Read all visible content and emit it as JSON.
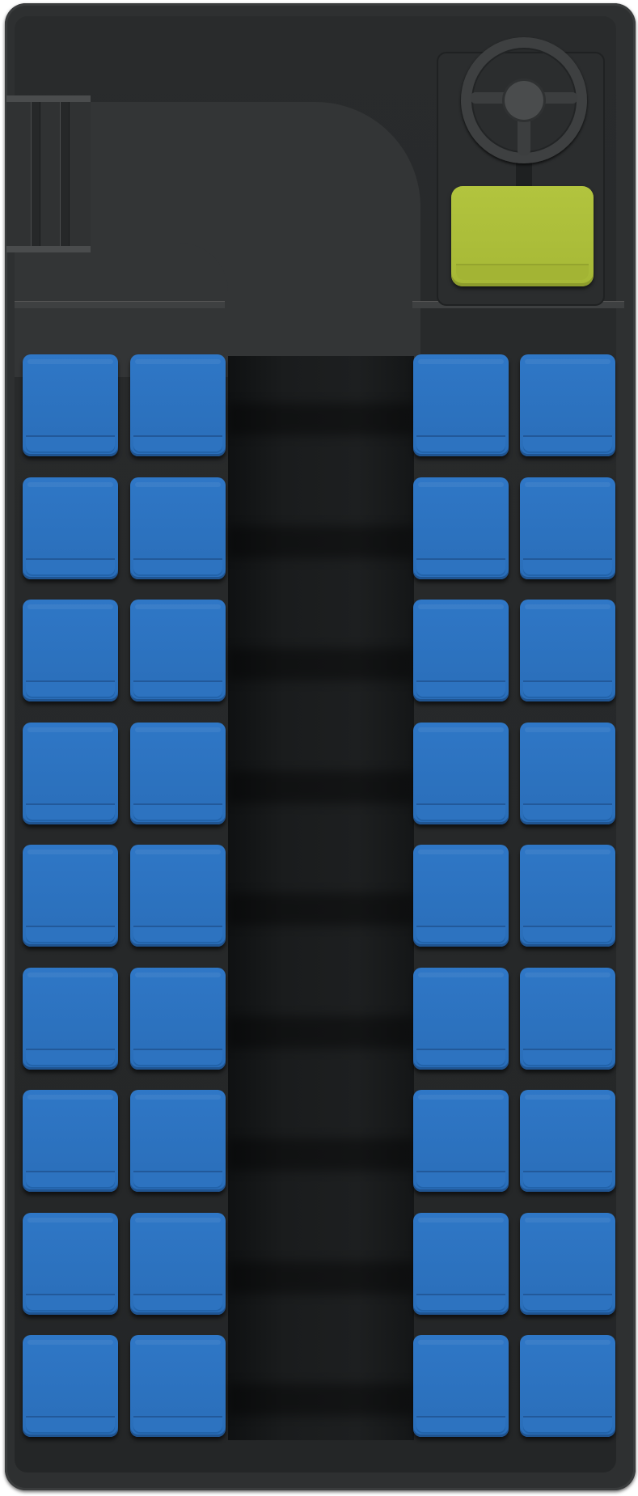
{
  "layout": {
    "name": "bus-seat-map",
    "rows": 9,
    "columns": [
      "A",
      "B",
      "C",
      "D"
    ],
    "aisle_after_column": "B"
  },
  "colors": {
    "bus_body": "#2e3031",
    "floor": "#242627",
    "aisle": "#1a1c1d",
    "seat_available": "#2f77c6",
    "driver_seat": "#b2c43e"
  },
  "icons": {
    "steering_wheel": "steering-wheel-icon",
    "door": "door-icon"
  },
  "seats": [
    {
      "row": 1,
      "col": "A",
      "status": "available"
    },
    {
      "row": 1,
      "col": "B",
      "status": "available"
    },
    {
      "row": 1,
      "col": "C",
      "status": "available"
    },
    {
      "row": 1,
      "col": "D",
      "status": "available"
    },
    {
      "row": 2,
      "col": "A",
      "status": "available"
    },
    {
      "row": 2,
      "col": "B",
      "status": "available"
    },
    {
      "row": 2,
      "col": "C",
      "status": "available"
    },
    {
      "row": 2,
      "col": "D",
      "status": "available"
    },
    {
      "row": 3,
      "col": "A",
      "status": "available"
    },
    {
      "row": 3,
      "col": "B",
      "status": "available"
    },
    {
      "row": 3,
      "col": "C",
      "status": "available"
    },
    {
      "row": 3,
      "col": "D",
      "status": "available"
    },
    {
      "row": 4,
      "col": "A",
      "status": "available"
    },
    {
      "row": 4,
      "col": "B",
      "status": "available"
    },
    {
      "row": 4,
      "col": "C",
      "status": "available"
    },
    {
      "row": 4,
      "col": "D",
      "status": "available"
    },
    {
      "row": 5,
      "col": "A",
      "status": "available"
    },
    {
      "row": 5,
      "col": "B",
      "status": "available"
    },
    {
      "row": 5,
      "col": "C",
      "status": "available"
    },
    {
      "row": 5,
      "col": "D",
      "status": "available"
    },
    {
      "row": 6,
      "col": "A",
      "status": "available"
    },
    {
      "row": 6,
      "col": "B",
      "status": "available"
    },
    {
      "row": 6,
      "col": "C",
      "status": "available"
    },
    {
      "row": 6,
      "col": "D",
      "status": "available"
    },
    {
      "row": 7,
      "col": "A",
      "status": "available"
    },
    {
      "row": 7,
      "col": "B",
      "status": "available"
    },
    {
      "row": 7,
      "col": "C",
      "status": "available"
    },
    {
      "row": 7,
      "col": "D",
      "status": "available"
    },
    {
      "row": 8,
      "col": "A",
      "status": "available"
    },
    {
      "row": 8,
      "col": "B",
      "status": "available"
    },
    {
      "row": 8,
      "col": "C",
      "status": "available"
    },
    {
      "row": 8,
      "col": "D",
      "status": "available"
    },
    {
      "row": 9,
      "col": "A",
      "status": "available"
    },
    {
      "row": 9,
      "col": "B",
      "status": "available"
    },
    {
      "row": 9,
      "col": "C",
      "status": "available"
    },
    {
      "row": 9,
      "col": "D",
      "status": "available"
    }
  ]
}
